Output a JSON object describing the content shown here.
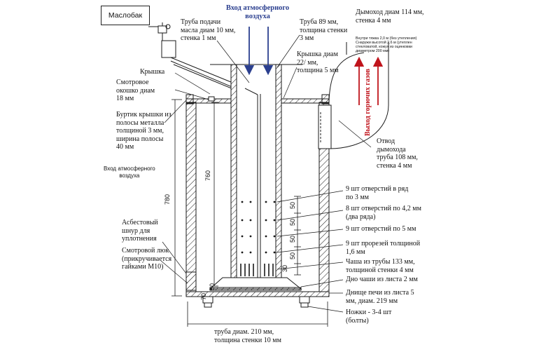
{
  "labels": {
    "oil_tank": "Маслобак",
    "air_inlet_top": "Вход атмосферного\nвоздуха",
    "oil_pipe": "Труба подачи\nмасла диам 10 мм,\nстенка 1 мм",
    "pipe89": "Труба 89 мм,\nтолщина стенки\n3 мм",
    "chimney": "Дымоход диам 114 мм,\nстенка 4 мм",
    "chimney_note": "Внутри тяжка 2,0 м (без утепления)\nСнаружи высотой 2,6 м (утеплен\nстекловатой, кожух из оцинковки\nдиаметром 200 мм)",
    "cover_diam": "Крышка диам\n22/ мм,\nтолщина 5 мм",
    "cover": "Крышка",
    "window": "Смотровое\nокошко диам\n18 мм",
    "rim": "Буртик крышки из\nполосы металла\nтолщиной 3 мм,\nширина полосы\n40 мм",
    "air_inlet_side": "Вход атмосферного\nвоздуха",
    "hot_gas": "Выход горючих газов",
    "outlet": "Отвод\nдымохода\nтруба 108 мм,\nстенка 4 мм",
    "holes1": "9 шт отверстий в ряд\nпо 3 мм",
    "holes2": "8 шт отверстий по 4,2 мм\n(два ряда)",
    "holes3": "9 шт отверстий по 5 мм",
    "slots": "9 шт прорезей толщиной\n1,6 мм",
    "cup": "Чаша из трубы 133 мм,\nтолщиной стенки 4 мм",
    "cup_bottom": "Дно чаши из листа 2 мм",
    "furnace_bottom": "Днище печи из листа 5\nмм, диам. 219 мм",
    "legs": "Ножки - 3-4 шт\n(болты)",
    "asbestos": "Асбестовый\nшнур для\nуплотнения",
    "hatch": "Смотровой люк\n(прикручивается\nгайками М10)",
    "main_pipe": "труба диам. 210 мм,\nтолщина стенки 10 мм"
  },
  "dimensions": {
    "h780": "780",
    "h760": "760",
    "d50": "50",
    "d30": "30",
    "d70": "70"
  },
  "colors": {
    "line": "#1a1a1a",
    "hatch": "#1a1a1a",
    "air_arrow": "#2b3f8f",
    "gas_arrow": "#c0141c"
  }
}
